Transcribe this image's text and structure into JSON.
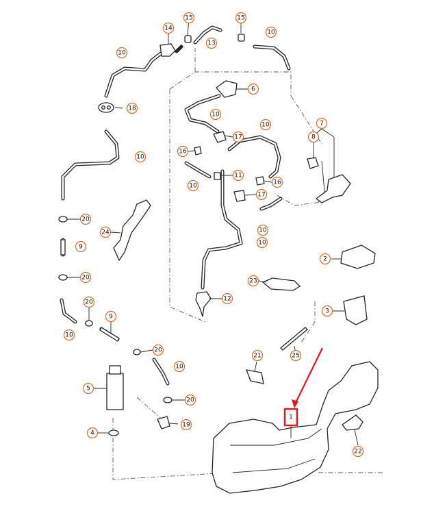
{
  "diagram": {
    "callouts": [
      "1",
      "2",
      "3",
      "4",
      "5",
      "6",
      "7",
      "8",
      "9",
      "10",
      "11",
      "12",
      "13",
      "14",
      "15",
      "16",
      "17",
      "18",
      "19",
      "20",
      "21",
      "22",
      "23",
      "24",
      "25"
    ],
    "highlighted_callout": "1",
    "colors": {
      "callout_ring": "#e06a1a",
      "highlight": "#e4141b",
      "line": "#222222"
    }
  }
}
